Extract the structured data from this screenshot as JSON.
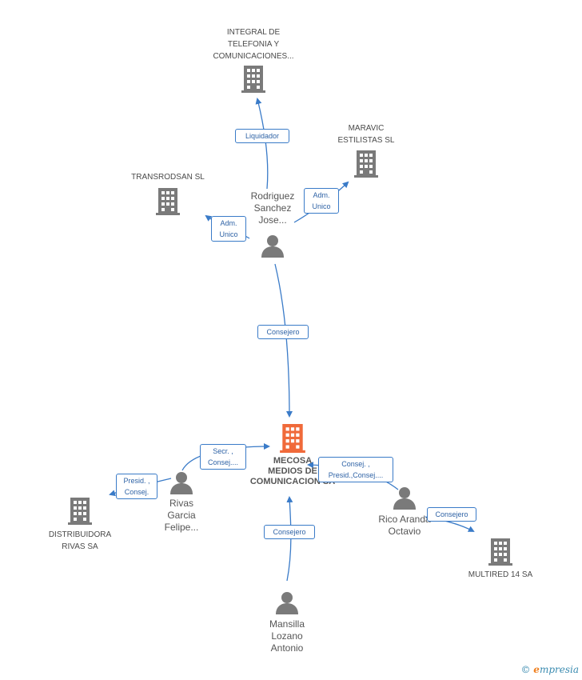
{
  "colors": {
    "edge": "#3a7bc8",
    "company_icon": "#7a7a7a",
    "focus_icon": "#f06a3a",
    "person_icon": "#7a7a7a",
    "label_border": "#3a7bc8",
    "label_text": "#2f63a6"
  },
  "nodes": {
    "integral": {
      "name": "INTEGRAL DE\nTELEFONIA Y\nCOMUNICACIONES...",
      "icon": "building-icon"
    },
    "maravic": {
      "name": "MARAVIC\nESTILISTAS  SL",
      "icon": "building-icon"
    },
    "transrodsan": {
      "name": "TRANSRODSAN SL",
      "icon": "building-icon"
    },
    "rodriguez": {
      "name": "Rodriguez\nSanchez\nJose...",
      "icon": "person-icon"
    },
    "mecosa": {
      "name": "MECOSA\nMEDIOS DE\nCOMUNICACION SA",
      "icon": "building-icon"
    },
    "rivas_person": {
      "name": "Rivas\nGarcia\nFelipe...",
      "icon": "person-icon"
    },
    "distribuidora": {
      "name": "DISTRIBUIDORA\nRIVAS SA",
      "icon": "building-icon"
    },
    "rico": {
      "name": "Rico Aranda\nOctavio",
      "icon": "person-icon"
    },
    "multired": {
      "name": "MULTIRED 14 SA",
      "icon": "building-icon"
    },
    "mansilla": {
      "name": "Mansilla\nLozano\nAntonio",
      "icon": "person-icon"
    }
  },
  "edges": {
    "liquidador": "Liquidador",
    "adm_unico_maravic": "Adm.\nUnico",
    "adm_unico_transrodsan": "Adm.\nUnico",
    "consejero_rodriguez": "Consejero",
    "secr_consej": "Secr. ,\nConsej....",
    "presid_consej": "Presid. ,\nConsej.",
    "consej_presid": "Consej. ,\nPresid.,Consej....",
    "consejero_rico": "Consejero",
    "consejero_mansilla": "Consejero"
  },
  "watermark": {
    "copyright": "©",
    "brand_e": "e",
    "brand_rest": "mpresia"
  }
}
